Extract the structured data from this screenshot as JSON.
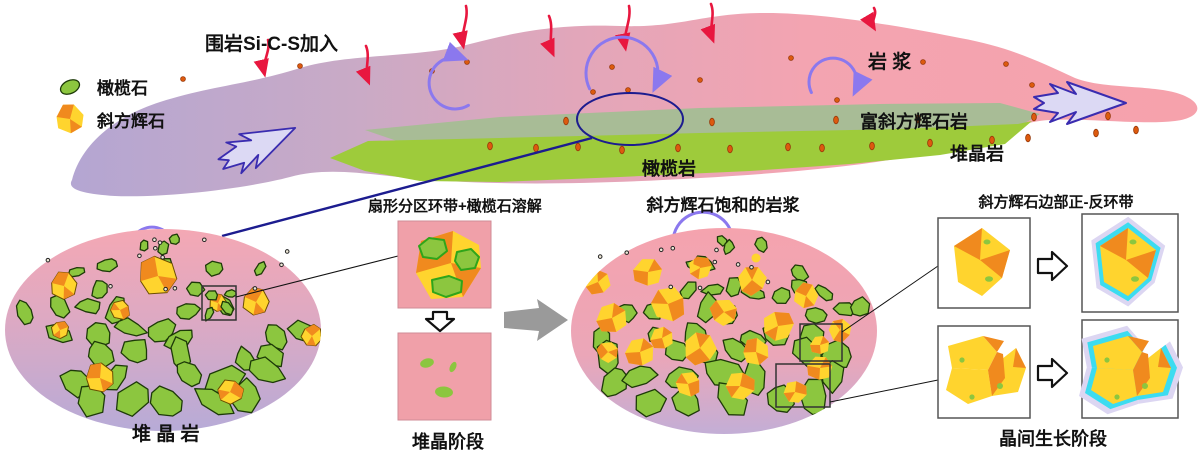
{
  "diagram_title": "magma-sill-crystallization-process-diagram",
  "colors": {
    "pink_magma": "#f4a4b0",
    "purple_magma": "#b6a8d3",
    "grey_green": "#a8bc96",
    "bright_green": "#9ecb3b",
    "olivine": "#8cc63f",
    "opx_yellow": "#ffd42e",
    "opx_orange": "#f08a1e",
    "red_arrow": "#e8173f",
    "purple_arrow": "#8b78ee",
    "orange_dot": "#dd5a0e",
    "panel_pink": "#f0a0a9",
    "cyan_rim": "#3cdcf0",
    "lavender_rim": "#dcd6f2",
    "grey_arrow": "#9a9a9a",
    "dark_blue": "#1c1c8f"
  },
  "legend": {
    "olivine": "橄榄石",
    "orthopyroxene": "斜方辉石"
  },
  "sill_labels": {
    "wallrock_input": "围岩Si-C-S加入",
    "magma": "岩 浆",
    "opx_rich_rock": "富斜方辉石岩",
    "cumulate_rock": "堆晶岩",
    "peridotite": "橄榄岩"
  },
  "left_panel": {
    "label": "堆 晶 岩"
  },
  "middle_panel": {
    "title": "扇形分区环带+橄榄石溶解",
    "stage": "堆晶阶段"
  },
  "right_ellipse": {
    "title": "斜方辉石饱和的岩浆"
  },
  "right_panel": {
    "title": "斜方辉石边部正-反环带",
    "stage": "晶间生长阶段"
  }
}
